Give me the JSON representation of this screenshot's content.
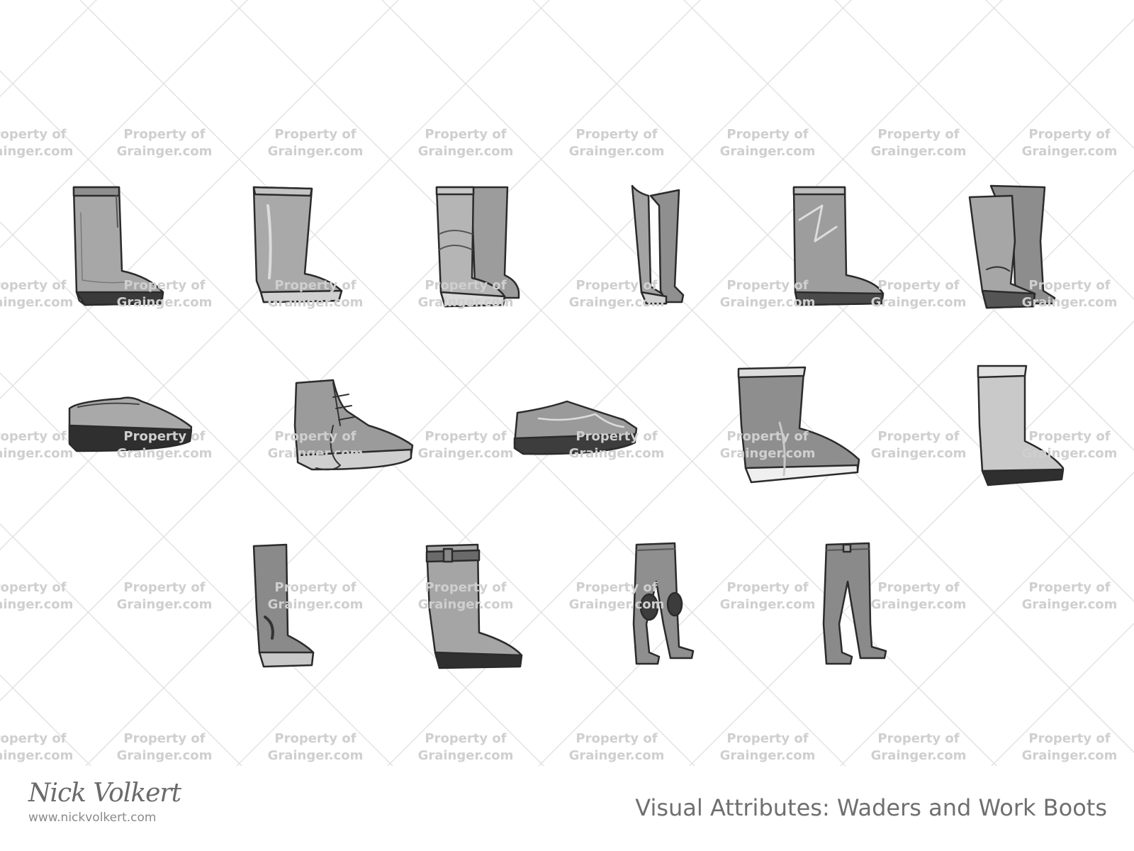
{
  "watermark": {
    "line1": "Property of",
    "line2": "Grainger.com"
  },
  "footer": {
    "title": "Visual Attributes: Waders and Work Boots",
    "signature": "Nick Volkert",
    "website": "www.nickvolkert.com"
  },
  "illustrations": [
    {
      "row": 1,
      "type": "zip-rubber-boot"
    },
    {
      "row": 1,
      "type": "tall-rubber-boot"
    },
    {
      "row": 1,
      "type": "pair-rubber-boots-wave"
    },
    {
      "row": 1,
      "type": "hip-wader-boots"
    },
    {
      "row": 1,
      "type": "rubber-boot-geometric"
    },
    {
      "row": 1,
      "type": "pair-hip-waders-folded"
    },
    {
      "row": 2,
      "type": "rubber-clog"
    },
    {
      "row": 2,
      "type": "laced-work-boot"
    },
    {
      "row": 2,
      "type": "slip-on-shoe"
    },
    {
      "row": 2,
      "type": "deck-boot"
    },
    {
      "row": 2,
      "type": "light-rubber-boot"
    },
    {
      "row": 3,
      "type": "slim-tall-boot"
    },
    {
      "row": 3,
      "type": "strap-rubber-boot"
    },
    {
      "row": 3,
      "type": "waist-waders-kneepad"
    },
    {
      "row": 3,
      "type": "waist-waders"
    }
  ]
}
